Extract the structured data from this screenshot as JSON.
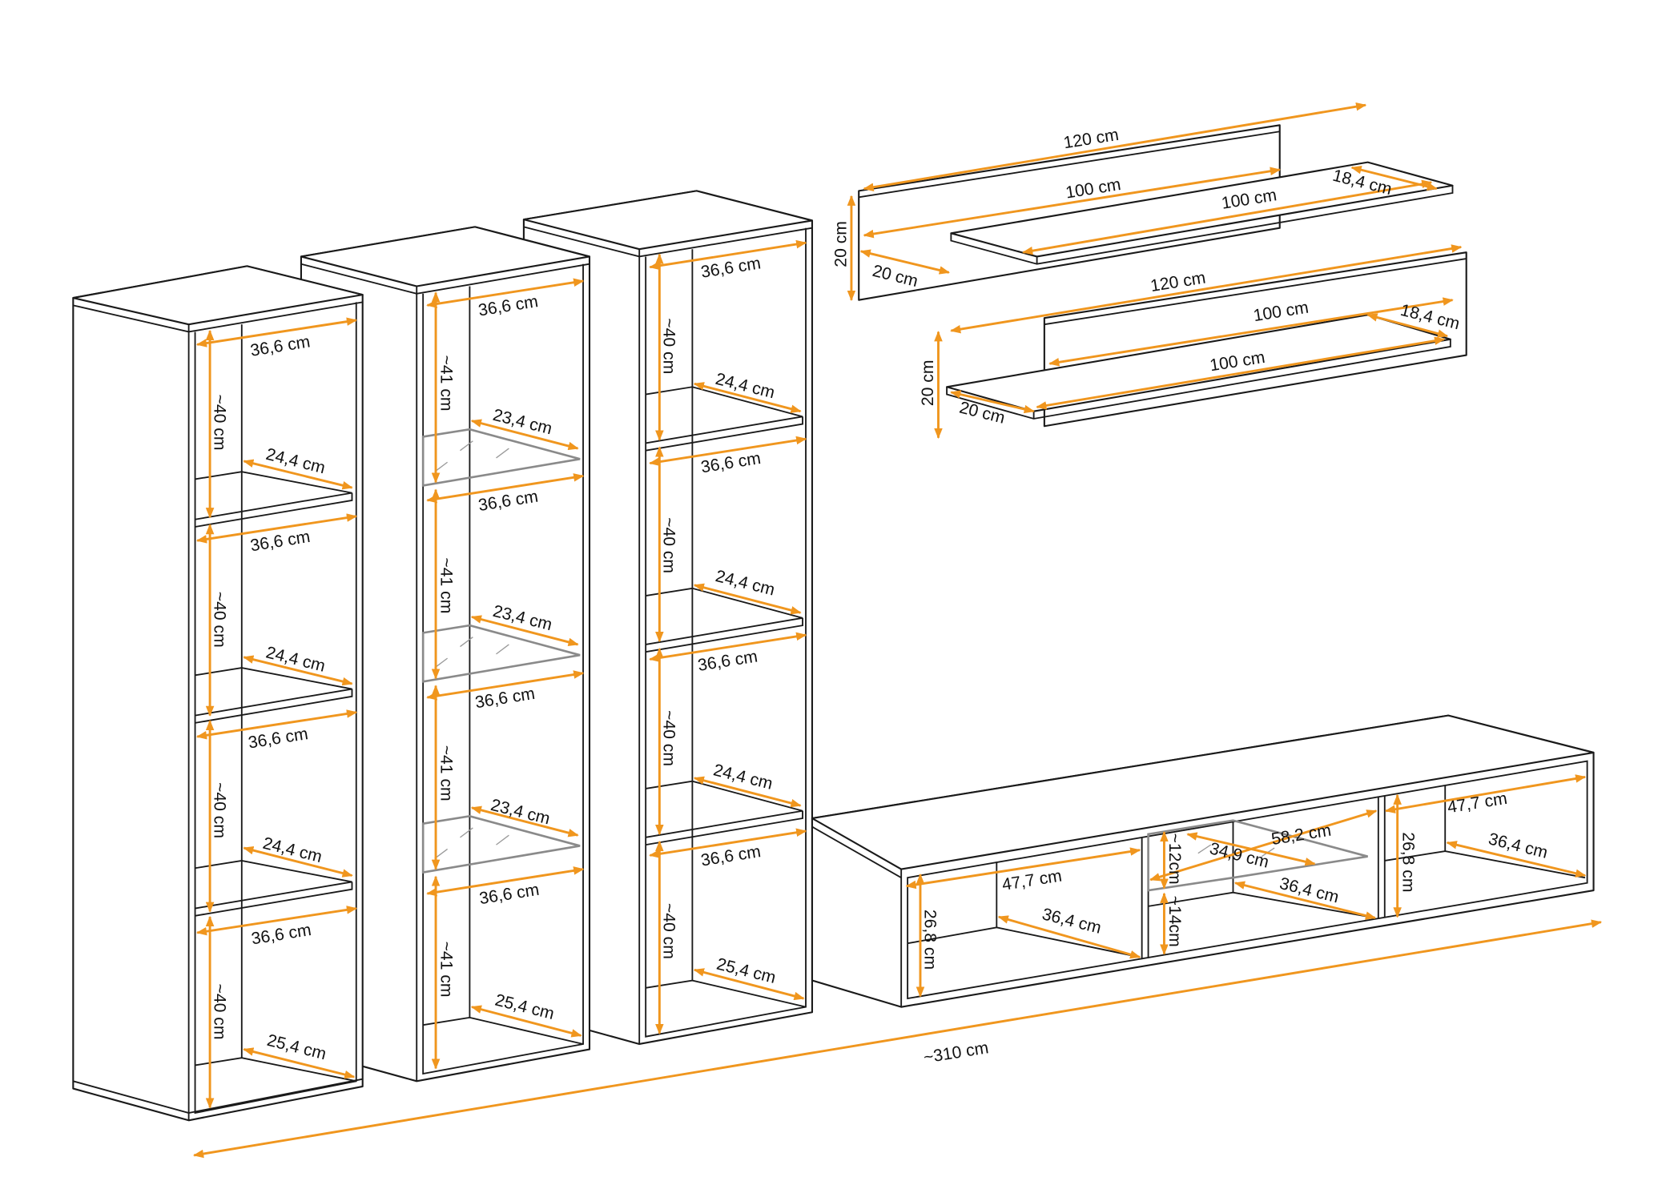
{
  "colors": {
    "dimension": "#f0961e",
    "outline": "#1a1a1a",
    "glass": "#8a8a8a"
  },
  "cabinets": [
    {
      "width_labels": [
        "36,6 cm",
        "36,6 cm",
        "36,6 cm",
        "36,6 cm"
      ],
      "height_labels": [
        "~40 cm",
        "~40 cm",
        "~40 cm",
        "~40 cm"
      ],
      "depth_labels": [
        "24,4 cm",
        "24,4 cm",
        "24,4 cm",
        "25,4 cm"
      ]
    },
    {
      "width_labels": [
        "36,6 cm",
        "36,6 cm",
        "36,6 cm",
        "36,6 cm"
      ],
      "height_labels": [
        "~41 cm",
        "~41 cm",
        "~41 cm",
        "~41 cm"
      ],
      "depth_labels": [
        "23,4 cm",
        "23,4 cm",
        "23,4 cm",
        "25,4 cm"
      ]
    },
    {
      "width_labels": [
        "36,6 cm",
        "36,6 cm",
        "36,6 cm",
        "36,6 cm"
      ],
      "height_labels": [
        "~40 cm",
        "~40 cm",
        "~40 cm",
        "~40 cm"
      ],
      "depth_labels": [
        "24,4 cm",
        "24,4 cm",
        "24,4 cm",
        "25,4 cm"
      ]
    }
  ],
  "wall_shelves": [
    {
      "length": "120 cm",
      "board_length": "100 cm",
      "shelf_length": "100 cm",
      "shelf_depth": "18,4 cm",
      "height": "20 cm",
      "depth": "20 cm"
    },
    {
      "length": "120 cm",
      "board_length": "100 cm",
      "shelf_length": "100 cm",
      "shelf_depth": "18,4 cm",
      "height": "20 cm",
      "depth": "20 cm"
    }
  ],
  "tv_unit": {
    "left": {
      "width": "47,7 cm",
      "depth": "36,4 cm",
      "height": "26,8 cm"
    },
    "middle": {
      "upper_height": "~12cm",
      "lower_height": "~14cm",
      "width": "58,2 cm",
      "glass_depth": "34,9 cm",
      "depth": "36,4 cm"
    },
    "right": {
      "width": "47,7 cm",
      "depth": "36,4 cm",
      "height": "26,8 cm"
    }
  },
  "total_width": "~310 cm"
}
